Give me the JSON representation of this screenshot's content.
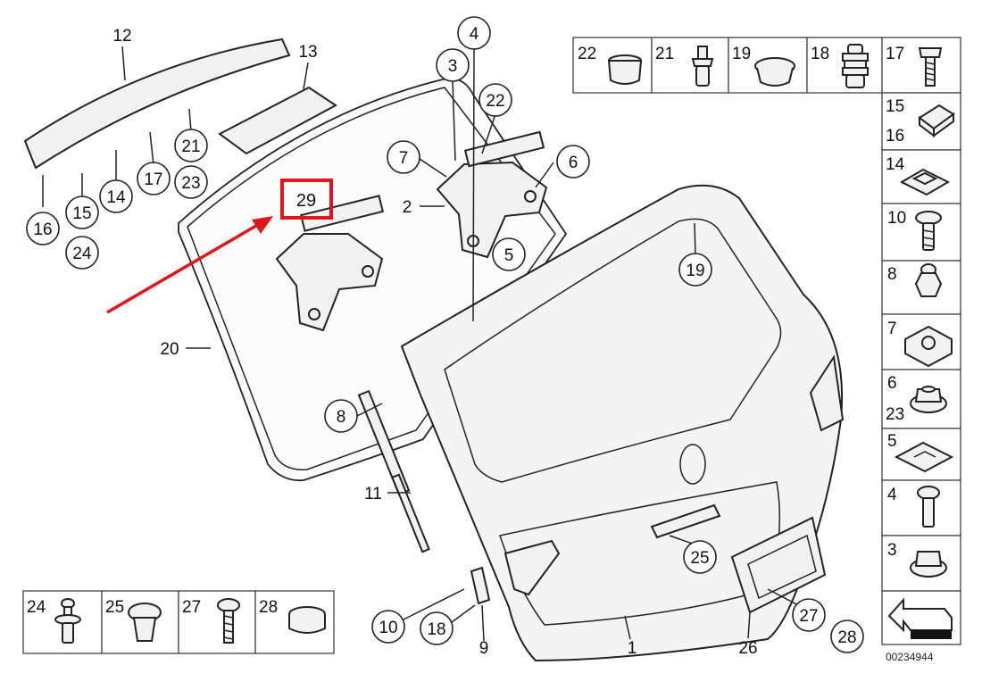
{
  "diagram": {
    "parts_labels": {
      "p1": "1",
      "p2": "2",
      "p3": "3",
      "p4": "4",
      "p5": "5",
      "p6": "6",
      "p7": "7",
      "p8": "8",
      "p9": "9",
      "p10": "10",
      "p11": "11",
      "p12": "12",
      "p13": "13",
      "p14": "14",
      "p15": "15",
      "p16": "16",
      "p17": "17",
      "p18": "18",
      "p19": "19",
      "p20": "20",
      "p21": "21",
      "p22": "22",
      "p23": "23",
      "p24": "24",
      "p25": "25",
      "p26": "26",
      "p27": "27",
      "p28": "28",
      "p29": "29"
    },
    "highlighted_part": "29",
    "highlight_color": "#e0161b",
    "top_strip": [
      "22",
      "21",
      "19",
      "18",
      "17"
    ],
    "right_column": [
      "15",
      "16",
      "14",
      "10",
      "8",
      "7",
      "6",
      "23",
      "5",
      "4",
      "3"
    ],
    "bottom_strip": [
      "24",
      "25",
      "27",
      "28"
    ],
    "document_id": "00234944"
  }
}
